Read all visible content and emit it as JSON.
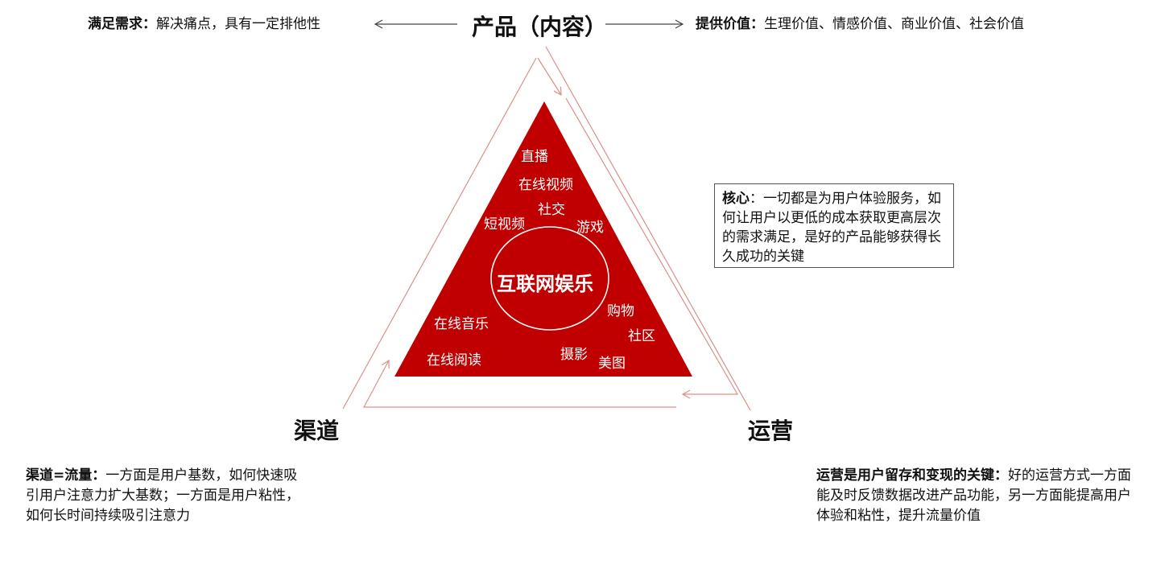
{
  "top": {
    "title": "产品（内容）",
    "left_bold": "满足需求：",
    "left_text": "解决痛点，具有一定排他性",
    "right_bold": "提供价值：",
    "right_text": "生理价值、情感价值、商业价值、社会价值"
  },
  "center": {
    "label": "互联网娱乐",
    "keywords": [
      "直播",
      "在线视频",
      "社交",
      "短视频",
      "游戏",
      "在线音乐",
      "在线阅读",
      "购物",
      "社区",
      "摄影",
      "美图"
    ]
  },
  "core": {
    "bold": "核心",
    "text": "：一切都是为用户体验服务，如何让用户以更低的成本获取更高层次的需求满足，是好的产品能够获得长久成功的关键"
  },
  "channel": {
    "title": "渠道",
    "bold": "渠道=流量：",
    "text": "一方面是用户基数，如何快速吸引用户注意力扩大基数；一方面是用户粘性，如何长时间持续吸引注意力"
  },
  "operation": {
    "title": "运营",
    "bold": "运营是用户留存和变现的关键：",
    "text": "好的运营方式一方面能及时反馈数据改进产品功能，另一方面能提高用户体验和粘性，提升流量价值"
  },
  "colors": {
    "triangle_fill": "#c00000",
    "arrow_line": "#d9908a",
    "text_dark": "#111111"
  }
}
